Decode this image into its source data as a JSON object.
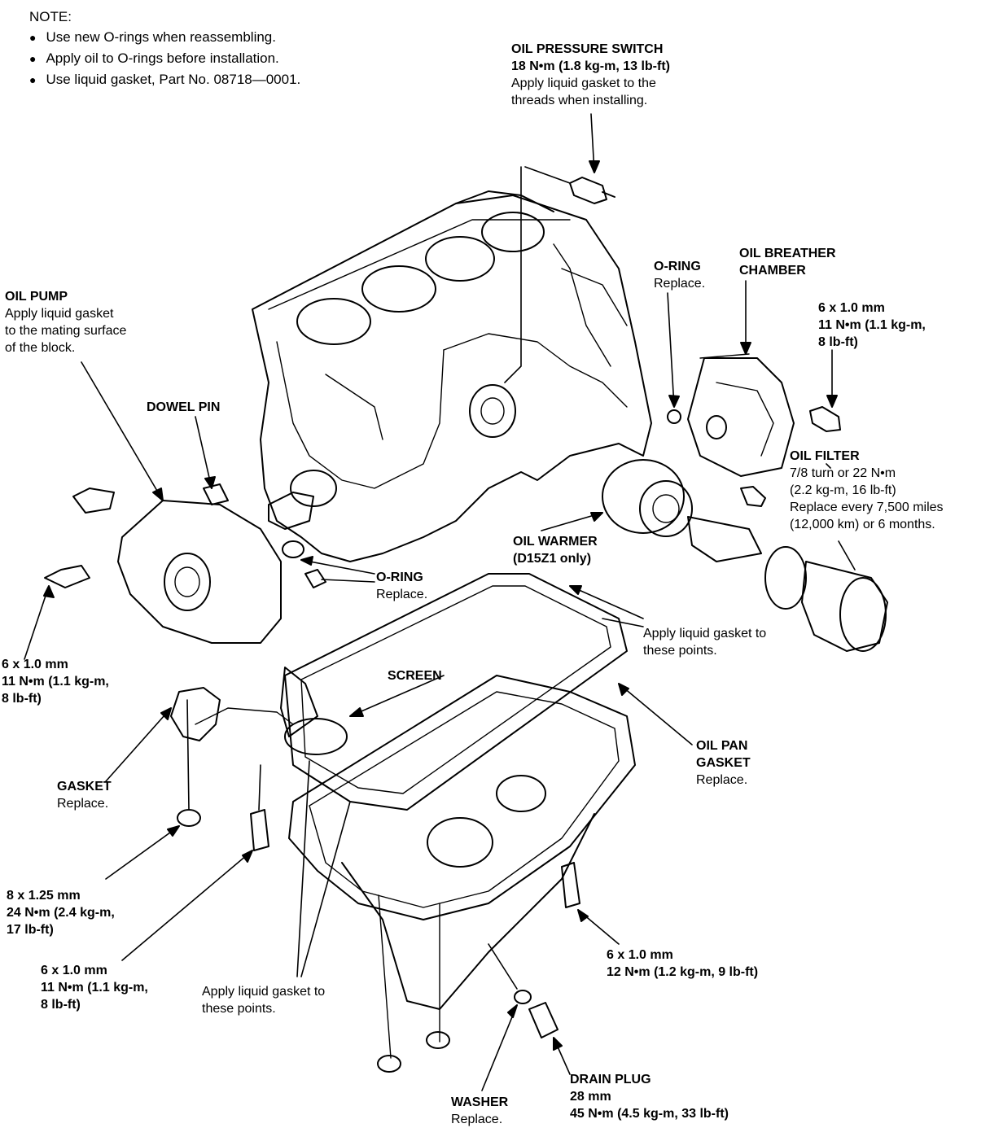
{
  "note": {
    "heading": "NOTE:",
    "items": [
      "Use new O-rings when reassembling.",
      "Apply oil to O-rings before installation.",
      "Use liquid gasket, Part No. 08718—0001."
    ]
  },
  "labels": {
    "oil_pressure_switch": {
      "title": "OIL PRESSURE SWITCH",
      "lines": [
        "18 N•m (1.8 kg-m, 13 lb-ft)",
        "Apply liquid gasket to the",
        "threads when installing."
      ]
    },
    "o_ring_top": {
      "title": "O-RING",
      "lines": [
        "Replace."
      ]
    },
    "oil_breather_chamber": {
      "title": "OIL BREATHER",
      "title2": "CHAMBER"
    },
    "breather_bolt": {
      "title": "6 x 1.0 mm",
      "title2": "11 N•m (1.1 kg-m,",
      "title3": "8 lb-ft)"
    },
    "oil_pump": {
      "title": "OIL PUMP",
      "lines": [
        "Apply liquid gasket",
        "to the mating surface",
        "of the block."
      ]
    },
    "dowel_pin": {
      "title": "DOWEL PIN"
    },
    "oil_filter": {
      "title": "OIL FILTER",
      "lines": [
        "7/8 turn or 22 N•m",
        "(2.2 kg-m, 16 lb-ft)",
        "Replace every 7,500 miles",
        "(12,000 km) or 6 months."
      ]
    },
    "oil_warmer": {
      "title": "OIL WARMER",
      "title2": "(D15Z1 only)"
    },
    "o_ring_pump": {
      "title": "O-RING",
      "lines": [
        "Replace."
      ]
    },
    "pump_bolt": {
      "title": "6 x 1.0 mm",
      "title2": "11 N•m (1.1 kg-m,",
      "title3": "8 lb-ft)"
    },
    "gasket_points_top": {
      "lines": [
        "Apply liquid gasket to",
        "these points."
      ]
    },
    "screen": {
      "title": "SCREEN"
    },
    "oil_pan_gasket": {
      "title": "OIL PAN",
      "title2": "GASKET",
      "lines": [
        "Replace."
      ]
    },
    "gasket": {
      "title": "GASKET",
      "lines": [
        "Replace."
      ]
    },
    "screen_bolt": {
      "title": "8 x 1.25 mm",
      "title2": "24 N•m (2.4 kg-m,",
      "title3": "17 lb-ft)"
    },
    "pan_bolt_left": {
      "title": "6 x 1.0 mm",
      "title2": "11 N•m (1.1 kg-m,",
      "title3": "8 lb-ft)"
    },
    "gasket_points_bottom": {
      "lines": [
        "Apply liquid gasket to",
        "these points."
      ]
    },
    "pan_bolt_right": {
      "title": "6 x 1.0 mm",
      "title2": "12 N•m (1.2 kg-m, 9 lb-ft)"
    },
    "drain_plug": {
      "title": "DRAIN PLUG",
      "title2": "28 mm",
      "title3": "45 N•m (4.5 kg-m, 33 lb-ft)"
    },
    "washer": {
      "title": "WASHER",
      "lines": [
        "Replace."
      ]
    }
  }
}
